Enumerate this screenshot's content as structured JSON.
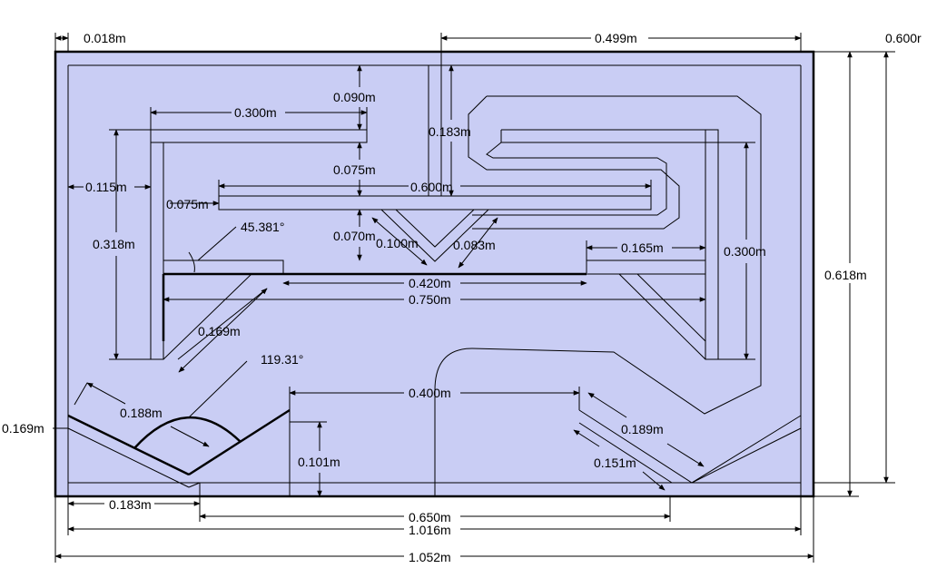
{
  "dimensions": {
    "d_018": "0.018m",
    "d_499": "0.499m",
    "d_600r": "0.600r",
    "d_090": "0.090m",
    "d_300_top": "0.300m",
    "d_183_v": "0.183m",
    "d_075_a": "0.075m",
    "d_115": "0.115m",
    "d_600": "0.600m",
    "d_075_b": "0.075m",
    "d_070": "0.070m",
    "d_100": "0.100m",
    "d_083": "0.083m",
    "d_318": "0.318m",
    "d_165": "0.165m",
    "d_300_right": "0.300m",
    "d_618": "0.618m",
    "d_420": "0.420m",
    "d_750": "0.750m",
    "d_169_a": "0.169m",
    "d_188": "0.188m",
    "d_400": "0.400m",
    "d_169_left": "0.169m",
    "d_101": "0.101m",
    "d_189": "0.189m",
    "d_151": "0.151m",
    "d_183_b": "0.183m",
    "d_650": "0.650m",
    "d_1016": "1.016m",
    "d_1052": "1.052m"
  },
  "angles": {
    "a_45": "45.381°",
    "a_119": "119.31°"
  },
  "colors": {
    "board_fill": "#c9cdf4",
    "line": "#000000",
    "background": "#ffffff"
  }
}
